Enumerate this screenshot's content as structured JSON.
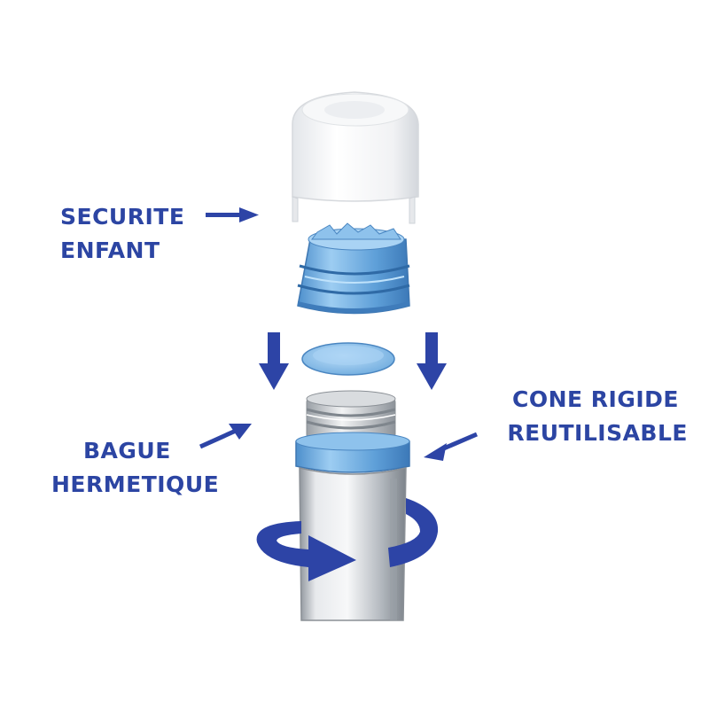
{
  "labels": {
    "child_safety": {
      "line1": "SECURITE",
      "line2": "ENFANT"
    },
    "seal_ring": {
      "line1": "BAGUE",
      "line2": "HERMETIQUE"
    },
    "rigid_cone": {
      "line1": "CONE RIGIDE",
      "line2": "REUTILISABLE"
    }
  },
  "colors": {
    "label_blue": "#2c45a3",
    "arrow_blue": "#2d44a6",
    "part_blue": "#6aa8dc",
    "cap_white": "#f4f5f7",
    "metal": "#c9cdd2"
  }
}
